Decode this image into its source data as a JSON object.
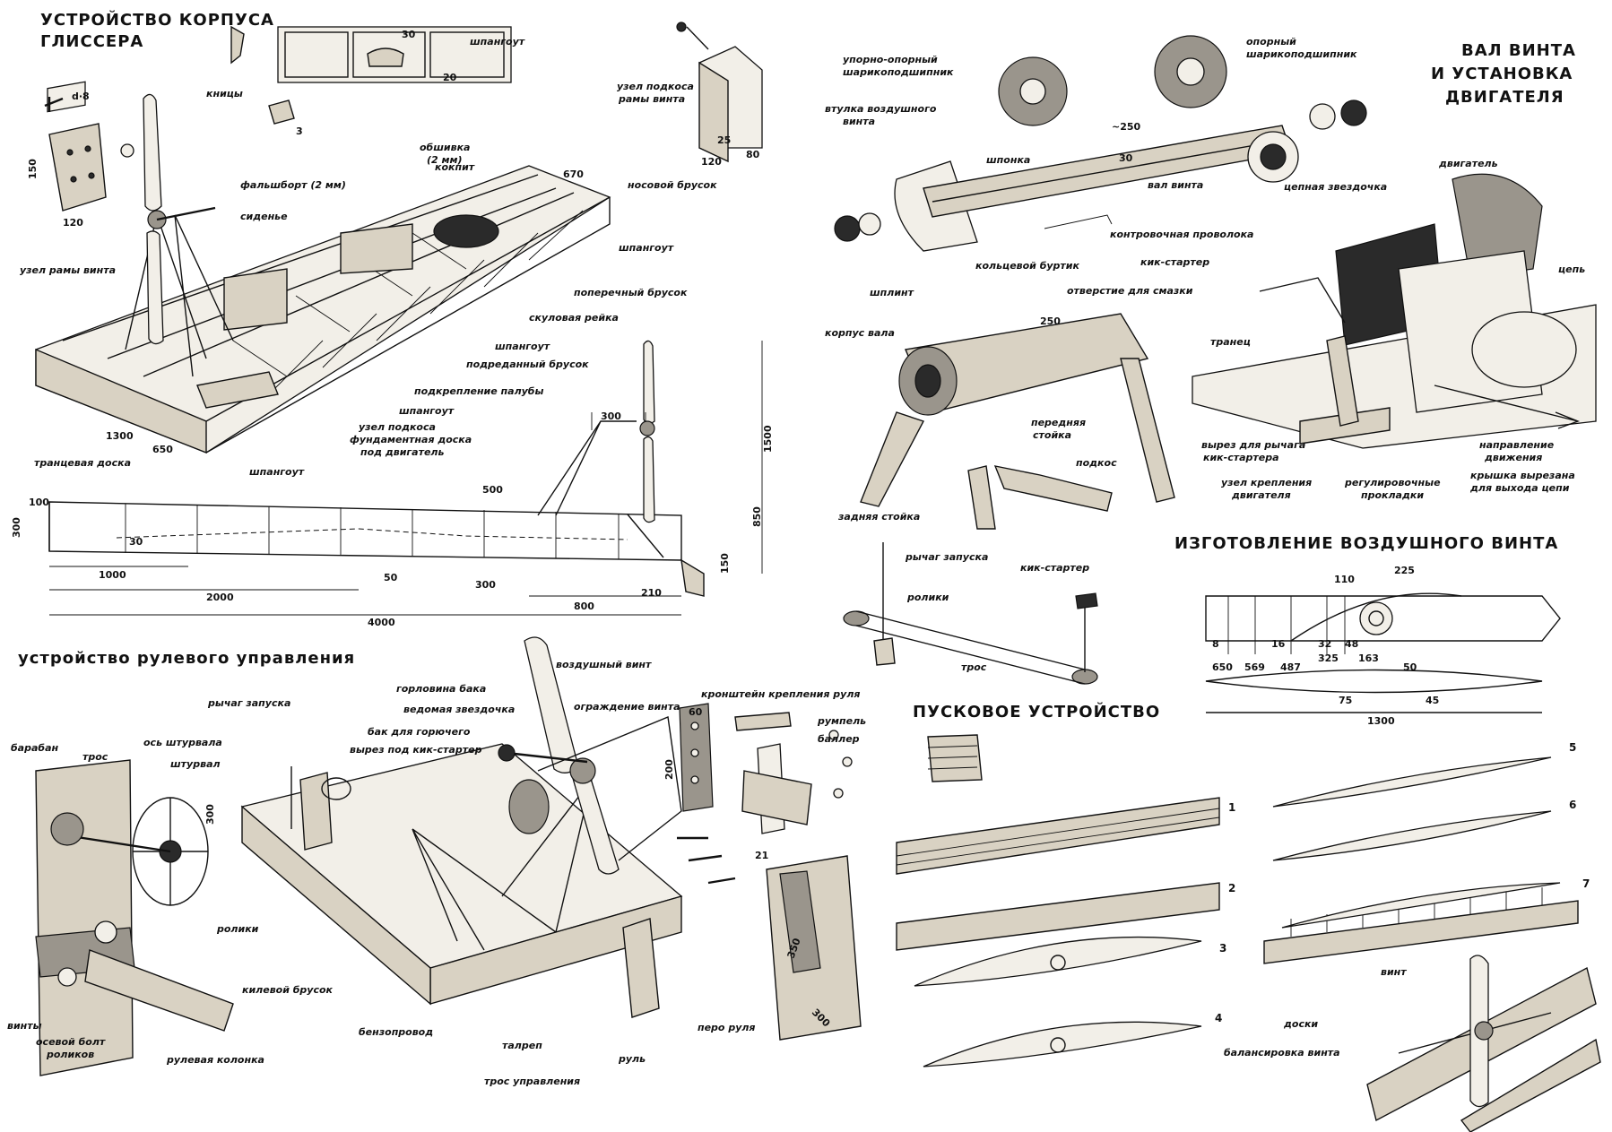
{
  "sections": {
    "hull_title": "устройство корпуса\nглиссера",
    "shaft_title": "ВАЛ ВИНТА\nИ УСТАНОВКА\nДВИГАТЕЛЯ",
    "propeller_title": "ИЗГОТОВЛЕНИЕ ВОЗДУШНОГО ВИНТА",
    "steering_title": "устройство рулевого управления",
    "starter_title": "ПУСКОВОЕ УСТРОЙСТВО"
  },
  "hull_labels": {
    "d8": "d·8",
    "knitsy": "кницы",
    "shpangout_top": "шпангоут",
    "uzel_podkosa_ramy": "узел подкоса\nрамы винта",
    "kokpit": "кокпит",
    "obshivka": "обшивка\n(2 мм)",
    "falshbort": "фальшборт (2 мм)",
    "sidenye": "сиденье",
    "nosovoy_brusok": "носовой брусок",
    "uzel_ramy_vinta": "узел рамы винта",
    "shpangout_1": "шпангоут",
    "poperechny_brusok": "поперечный брусок",
    "skulovaya_reyka": "скуловая рейка",
    "shpangout_2": "шпангоут",
    "podredanny_brusok": "подреданный брусок",
    "podkreplenie_paluby": "подкрепление палубы",
    "shpangout_3": "шпангоут",
    "uzel_podkosa": "узел подкоса",
    "fundamentnaya": "фундаментная доска\nпод двигатель",
    "shpangout_4": "шпангоут",
    "trantsevaya": "транцевая доска"
  },
  "hull_dims": {
    "d_150": "150",
    "d_120": "120",
    "d_30": "30",
    "d_20": "20",
    "d_3": "3",
    "d_25": "25",
    "d_80": "80",
    "d_120b": "120",
    "d_670": "670",
    "d_1300": "1300",
    "d_650": "650",
    "d_300": "300",
    "d_1500": "1500",
    "d_850": "850",
    "d_100": "100",
    "d_300b": "300",
    "d_500": "500",
    "d_30b": "30",
    "d_50": "50",
    "d_300c": "300",
    "d_210": "210",
    "d_150b": "150",
    "d_1000": "1000",
    "d_2000": "2000",
    "d_800": "800",
    "d_4000": "4000"
  },
  "shaft_labels": {
    "uporno_opornyy": "упорно-опорный\nшарикоподшипник",
    "opornyy": "опорный\nшарикоподшипник",
    "vtulka": "втулка воздушного\nвинта",
    "shponka": "шпонка",
    "d_250": "~250",
    "d_30": "30",
    "val_vinta": "вал винта",
    "tsepnaya_zvezdochka": "цепная звездочка",
    "kontrovochnaya": "контровочная проволока",
    "koltsevoy_burtik": "кольцевой буртик",
    "shplint": "шплинт",
    "otverstie": "отверстие для смазки",
    "d_250b": "250",
    "korpus_vala": "корпус вала",
    "perednyaya_stoyka": "передняя\nстойка",
    "podkos": "подкос",
    "zadnyaya_stoyka": "задняя стойка",
    "dvigatel": "двигатель",
    "kik_starter": "кик-стартер",
    "tsep": "цепь",
    "tranets": "транец",
    "vyrez_rychaga": "вырез для рычага\nкик-стартера",
    "uzel_krepleniya": "узел крепления\nдвигателя",
    "regulirovochnye": "регулировочные\nпрокладки",
    "napravlenie": "направление\nдвижения",
    "kryshka": "крышка вырезана\nдля выхода цепи"
  },
  "propeller_dims": [
    "110",
    "225",
    "8",
    "16",
    "32",
    "48",
    "650",
    "569",
    "487",
    "325",
    "163",
    "50",
    "75",
    "45",
    "1300"
  ],
  "starter_labels": {
    "rychag_zapuska": "рычаг запуска",
    "kik_starter": "кик-стартер",
    "roliki": "ролики",
    "tros": "трос"
  },
  "steering_labels": {
    "rychag_zapuska": "рычаг запуска",
    "gorlovina_baka": "горловина бака",
    "vedomaya": "ведомая звездочка",
    "bak": "бак для горючего",
    "vyrez_pod": "вырез под кик-стартер",
    "vozdushny_vint": "воздушный винт",
    "ograzhdenie": "ограждение винта",
    "kronshteyn": "кронштейн крепления руля",
    "rumpel": "румпель",
    "baller": "баллер",
    "baraban": "барабан",
    "tros": "трос",
    "os_shturvala": "ось штурвала",
    "shturval": "штурвал",
    "d_300": "300",
    "roliki": "ролики",
    "kilevoy": "килевой брусок",
    "vinty": "винты",
    "osevoy": "осевой болт\nроликов",
    "rulevaya": "рулевая колонка",
    "benzoprovod": "бензопровод",
    "talrep": "талреп",
    "tros_upravleniya": "трос управления",
    "rul": "руль",
    "pero_rulya": "перо руля",
    "d_60": "60",
    "d_200": "200",
    "d_21": "21",
    "d_350": "350",
    "d_300b": "300"
  },
  "propeller_steps": {
    "s1": "1",
    "s2": "2",
    "s3": "3",
    "s4": "4",
    "s5": "5",
    "s6": "6",
    "s7": "7",
    "vint": "винт",
    "doski": "доски",
    "balansirovka": "балансировка винта"
  }
}
